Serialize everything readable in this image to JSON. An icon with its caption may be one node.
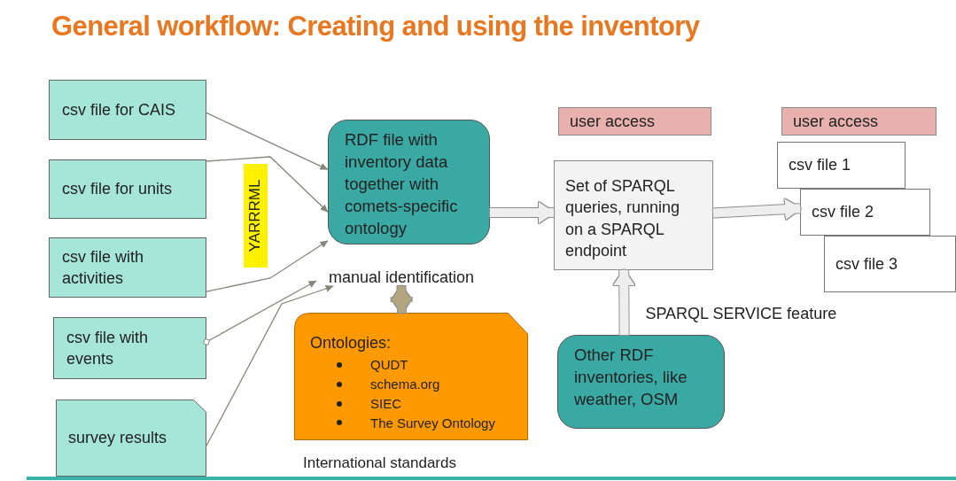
{
  "diagram": {
    "title": "General workflow: Creating and using the inventory",
    "nodes": [
      {
        "text": [
          "csv file for CAIS"
        ]
      },
      {
        "text": [
          "csv file for units"
        ]
      },
      {
        "text": [
          "csv file with activities"
        ]
      },
      {
        "text": [
          "csv file with events"
        ]
      },
      {
        "text": [
          "survey results"
        ]
      },
      {
        "text": [
          "YARRRML"
        ]
      },
      {
        "text": [
          "RDF file with inventory data together with comets-specific ontology"
        ]
      },
      {
        "text": [
          "manual identification"
        ]
      },
      {
        "text": [
          "Ontologies:",
          "QUDT",
          "schema.org",
          "SIEC",
          "The Survey Ontology"
        ],
        "beside": [
          "International standards"
        ]
      },
      {
        "text": [
          "user access"
        ]
      },
      {
        "text": [
          "Set of SPARQL queries, running on a SPARQL endpoint"
        ]
      },
      {
        "text": [
          "user access"
        ]
      },
      {
        "text": [
          "csv file 1"
        ]
      },
      {
        "text": [
          "csv file 2"
        ]
      },
      {
        "text": [
          "csv file 3"
        ]
      },
      {
        "text": [
          "Other RDF inventories, like weather, OSM"
        ]
      }
    ],
    "edges": [
      {
        "from": 0,
        "to": 6,
        "arrow": "to"
      },
      {
        "from": 1,
        "to": 6,
        "arrow": "to"
      },
      {
        "from": 2,
        "to": 6,
        "arrow": "to"
      },
      {
        "from": 3,
        "to": 7,
        "arrow": "to"
      },
      {
        "from": 4,
        "to": 7,
        "arrow": "to"
      },
      {
        "from": 6,
        "to": 10,
        "arrow": "to",
        "style": "thick",
        "color": "#eeeeee"
      },
      {
        "from": 10,
        "to": 13,
        "arrow": "to",
        "style": "thick",
        "color": "#eeeeee"
      },
      {
        "from": 15,
        "to": 10,
        "arrow": "to",
        "style": "thick",
        "color": "#eeeeee",
        "label": "SPARQL SERVICE feature"
      },
      {
        "from": 7,
        "to": 8,
        "arrow": "both",
        "style": "thick",
        "color": "#b3a57f"
      }
    ]
  }
}
